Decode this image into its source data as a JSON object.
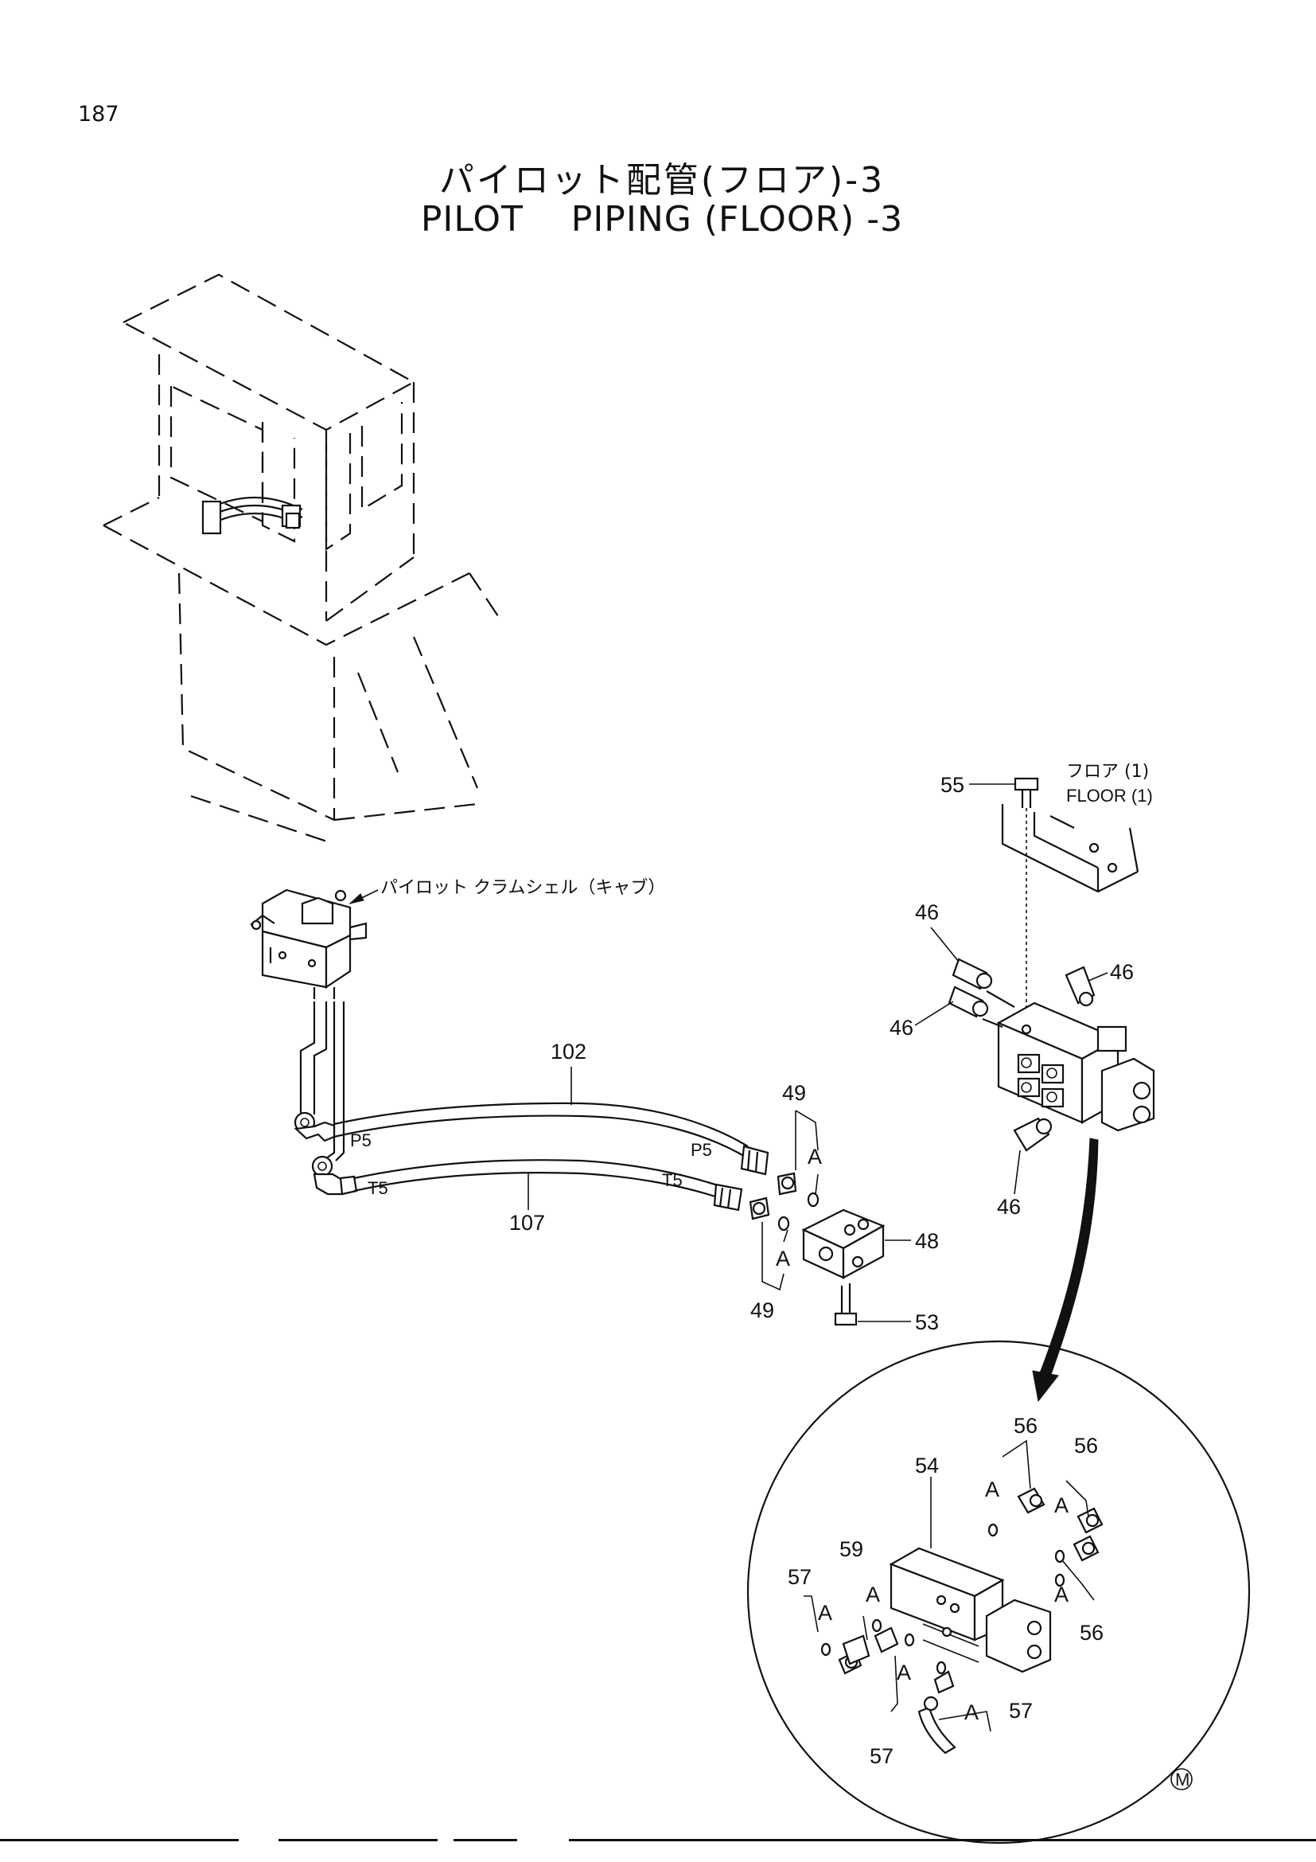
{
  "page": {
    "number": "187"
  },
  "title": {
    "japanese": "パイロット配管(フロア)-3",
    "english": "PILOT    PIPING (FLOOR) -3"
  },
  "annotations": {
    "pilot_valve": "パイロット クラムシェル（キャブ）",
    "floor_jp": "フロア (1)",
    "floor_en": "FLOOR  (1)",
    "mark": "M"
  },
  "hose_labels": {
    "p5_left": "P5",
    "t5_left": "T5",
    "p5_right": "P5",
    "t5_right": "T5"
  },
  "view_markers": {
    "a": "A"
  },
  "callouts": {
    "n102": "102",
    "n107": "107",
    "n49_top": "49",
    "n49_bottom": "49",
    "n48": "48",
    "n53": "53",
    "n55": "55",
    "n46_a": "46",
    "n46_b": "46",
    "n46_c": "46",
    "n46_d": "46",
    "n54": "54",
    "n56_a": "56",
    "n56_b": "56",
    "n56_c": "56",
    "n57_a": "57",
    "n57_b": "57",
    "n57_c": "57",
    "n59": "59"
  }
}
